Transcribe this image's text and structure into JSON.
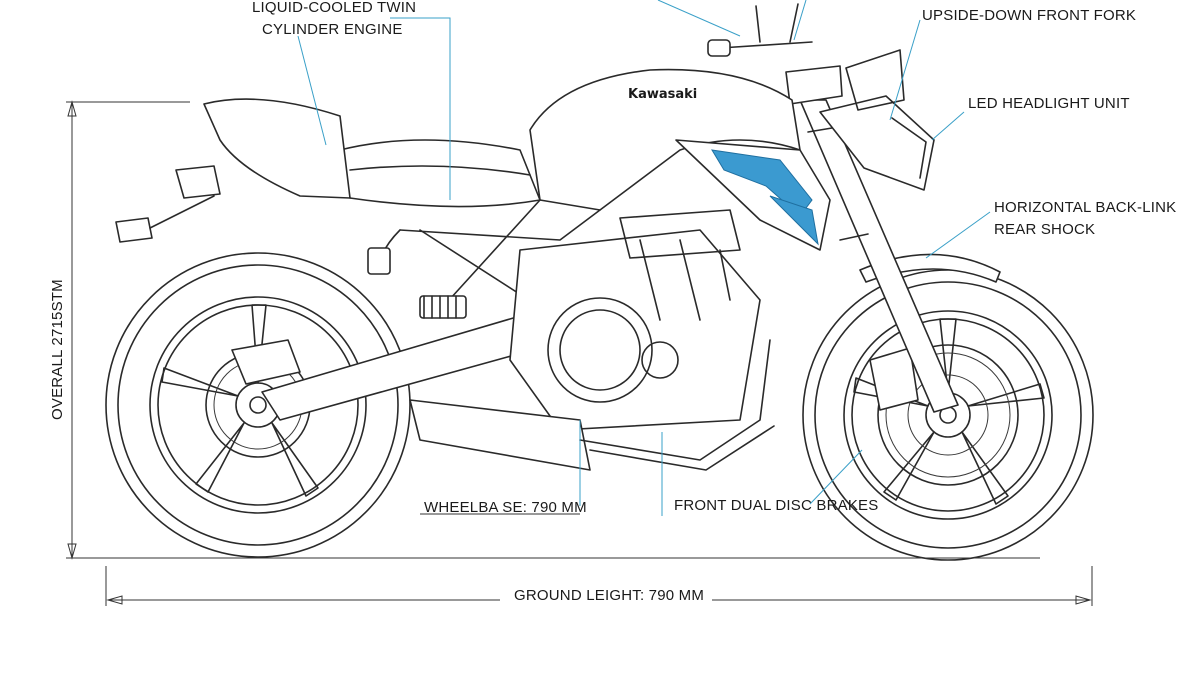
{
  "diagram": {
    "brand_text": "Kawasaki",
    "accent_color": "#3b9ad0",
    "leader_color": "#3aa0c8",
    "labels": {
      "engine_line1": "LIQUID-COOLED TWIN",
      "engine_line2": "CYLINDER ENGINE",
      "front_fork": "UPSIDE-DOWN FRONT FORK",
      "headlight": "LED HEADLIGHT UNIT",
      "rear_shock_line1": "HORIZONTAL BACK-LINK",
      "rear_shock_line2": "REAR SHOCK",
      "wheelbase": "WHEELBA SE: 790 MM",
      "brakes": "FRONT DUAL DISC BRAKES",
      "ground": "GROUND LEIGHT: 790 MM",
      "overall": "OVERALL 2715STM"
    }
  }
}
